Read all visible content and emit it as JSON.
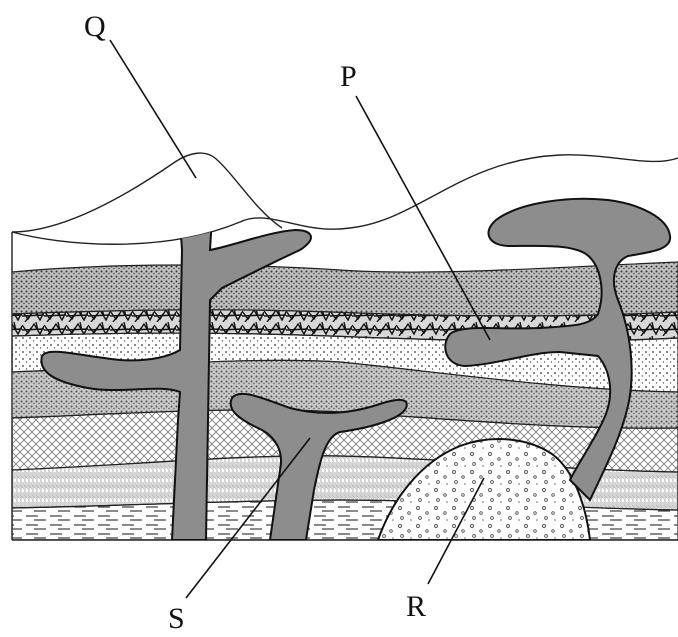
{
  "labels": {
    "q": "Q",
    "p": "P",
    "s": "S",
    "r": "R"
  },
  "colors": {
    "intrusion_fill": "#8d8d8d",
    "outline": "#111111",
    "background": "#ffffff"
  }
}
